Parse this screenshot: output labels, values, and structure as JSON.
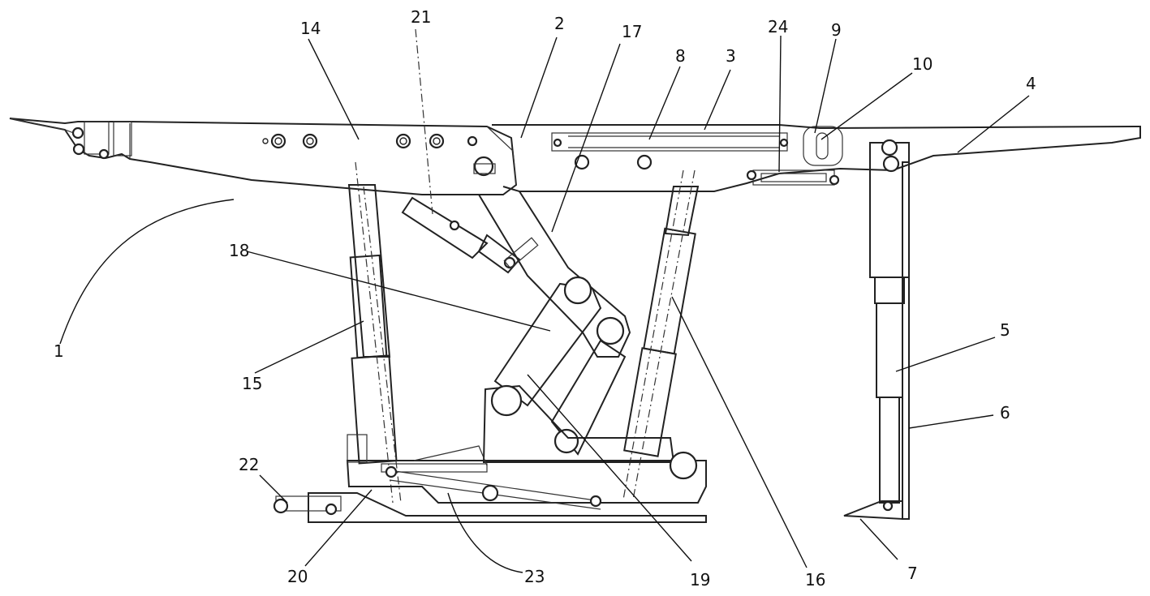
{
  "labels": [
    "1",
    "2",
    "3",
    "4",
    "5",
    "6",
    "7",
    "8",
    "9",
    "10",
    "14",
    "15",
    "16",
    "17",
    "18",
    "19",
    "20",
    "21",
    "22",
    "23",
    "24"
  ]
}
